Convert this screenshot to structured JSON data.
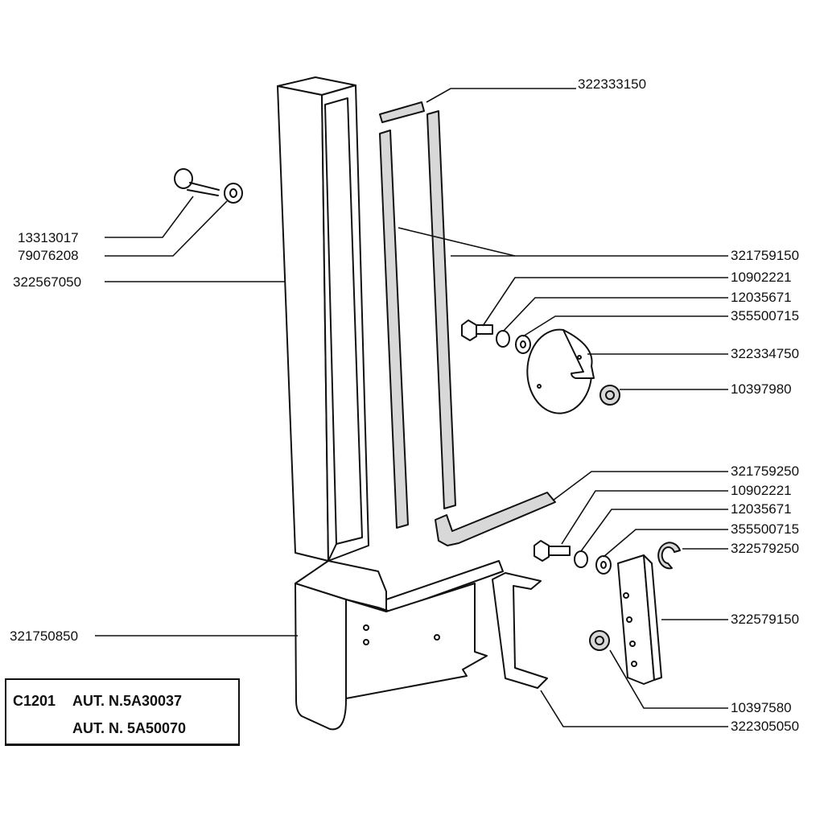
{
  "part_numbers": {
    "p322333150": "322333150",
    "p13313017": "13313017",
    "p79076208": "79076208",
    "p322567050": "322567050",
    "p321759150": "321759150",
    "p10902221_a": "10902221",
    "p12035671_a": "12035671",
    "p355500715_a": "355500715",
    "p322334750": "322334750",
    "p10397980": "10397980",
    "p321759250": "321759250",
    "p10902221_b": "10902221",
    "p12035671_b": "12035671",
    "p355500715_b": "355500715",
    "p322579250": "322579250",
    "p322579150": "322579150",
    "p321750850": "321750850",
    "p10397580": "10397580",
    "p322305050": "322305050"
  },
  "caption": {
    "code": "C1201",
    "line1": "AUT. N.5A30037",
    "line2": "AUT. N. 5A50070"
  }
}
